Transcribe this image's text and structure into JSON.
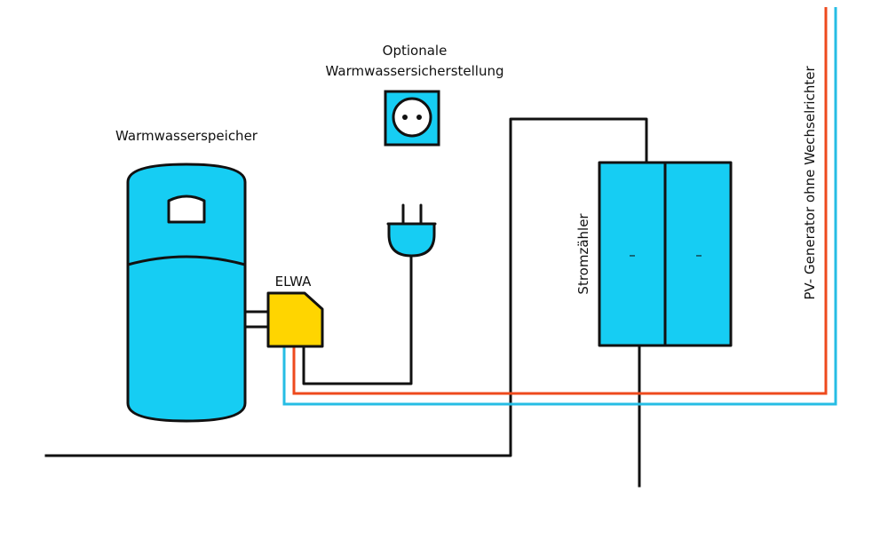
{
  "labels": {
    "storage_tank": "Warmwasserspeicher",
    "optional_line1": "Optionale",
    "optional_line2": "Warmwassersicherstellung",
    "heater": "ELWA",
    "meter": "Stromzähler",
    "pv_generator": "PV- Generator ohne Wechselrichter",
    "meter_display_left": "–",
    "meter_display_right": "–"
  },
  "colors": {
    "device_fill": "#16cdf3",
    "heater_fill": "#ffd500",
    "wire_black": "#111111",
    "wire_red": "#ee4a1d",
    "wire_blue": "#26bde4"
  }
}
